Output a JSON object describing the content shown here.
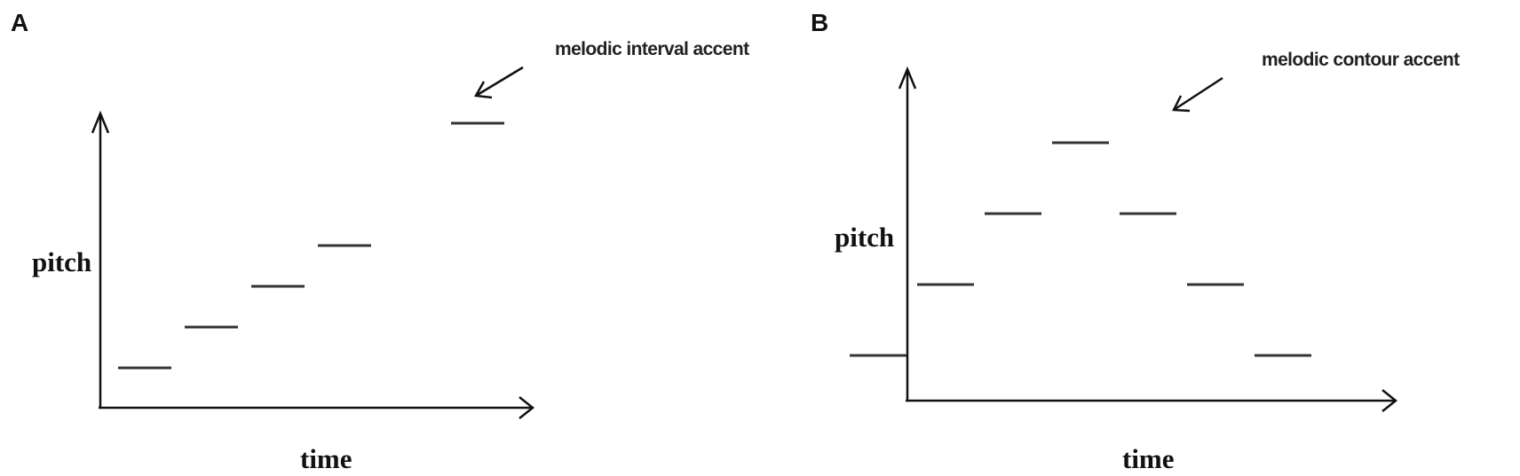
{
  "panels": [
    {
      "letter": "A",
      "x_label": "time",
      "y_label": "pitch",
      "annotation": "melodic interval accent",
      "notes": [
        {
          "time": 1,
          "pitch": 1
        },
        {
          "time": 2,
          "pitch": 2
        },
        {
          "time": 3,
          "pitch": 3
        },
        {
          "time": 4,
          "pitch": 4
        },
        {
          "time": 6,
          "pitch": 7
        }
      ],
      "accent_note_index": 4
    },
    {
      "letter": "B",
      "x_label": "time",
      "y_label": "pitch",
      "annotation": "melodic contour accent",
      "notes": [
        {
          "time": 1,
          "pitch": 1
        },
        {
          "time": 2,
          "pitch": 2
        },
        {
          "time": 3,
          "pitch": 3
        },
        {
          "time": 4,
          "pitch": 4
        },
        {
          "time": 5,
          "pitch": 3
        },
        {
          "time": 6,
          "pitch": 2
        },
        {
          "time": 7,
          "pitch": 1
        }
      ],
      "accent_note_index": 3
    }
  ]
}
